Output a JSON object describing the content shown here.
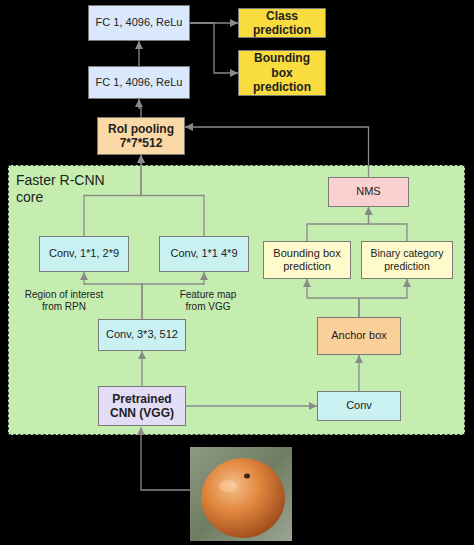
{
  "diagram": {
    "nodes": [
      {
        "text": [
          "FC 1, 4096, ReLu"
        ]
      },
      {
        "text": [
          "Class prediction"
        ]
      },
      {
        "text": [
          "Bounding box prediction"
        ]
      },
      {
        "text": [
          "FC 1, 4096, ReLu"
        ]
      },
      {
        "text": [
          "RoI pooling 7*7*512"
        ]
      },
      {
        "text": [
          "Faster R-CNN core"
        ]
      },
      {
        "text": [
          "NMS"
        ],
        "in": 5
      },
      {
        "text": [
          "Conv, 1*1, 2*9"
        ],
        "in": 5
      },
      {
        "text": [
          "Conv, 1*1 4*9"
        ],
        "in": 5
      },
      {
        "text": [
          "Bounding box prediction"
        ],
        "in": 5
      },
      {
        "text": [
          "Binary category prediction"
        ],
        "in": 5
      },
      {
        "text": [
          "Anchor box"
        ],
        "in": 5
      },
      {
        "text": [
          "Conv, 3*3, 512"
        ],
        "in": 5
      },
      {
        "text": [
          "Pretrained CNN (VGG)"
        ],
        "in": 5
      },
      {
        "text": [
          "Conv"
        ],
        "in": 5
      }
    ],
    "edges": [
      {
        "from": 3,
        "to": 0,
        "arrow": "to"
      },
      {
        "from": 0,
        "to": 1,
        "arrow": "to"
      },
      {
        "from": 0,
        "to": 2,
        "arrow": "to"
      },
      {
        "from": 4,
        "to": 3,
        "arrow": "to"
      },
      {
        "from": 7,
        "to": 4,
        "arrow": "to"
      },
      {
        "from": 8,
        "to": 4,
        "arrow": "to"
      },
      {
        "from": 6,
        "to": 4,
        "arrow": "to"
      },
      {
        "from": 12,
        "to": 7,
        "arrow": "to"
      },
      {
        "from": 12,
        "to": 8,
        "arrow": "to"
      },
      {
        "from": 13,
        "to": 12,
        "arrow": "to"
      },
      {
        "from": 13,
        "to": 14,
        "arrow": "to"
      },
      {
        "from": 14,
        "to": 11,
        "arrow": "to"
      },
      {
        "from": 11,
        "to": 9,
        "arrow": "to"
      },
      {
        "from": 11,
        "to": 10,
        "arrow": "to"
      },
      {
        "from": 9,
        "to": 6,
        "arrow": "to"
      },
      {
        "from": 10,
        "to": 6,
        "arrow": "to"
      }
    ],
    "labels": [
      "Region of interest from RPN",
      "Feature map from VGG"
    ]
  }
}
